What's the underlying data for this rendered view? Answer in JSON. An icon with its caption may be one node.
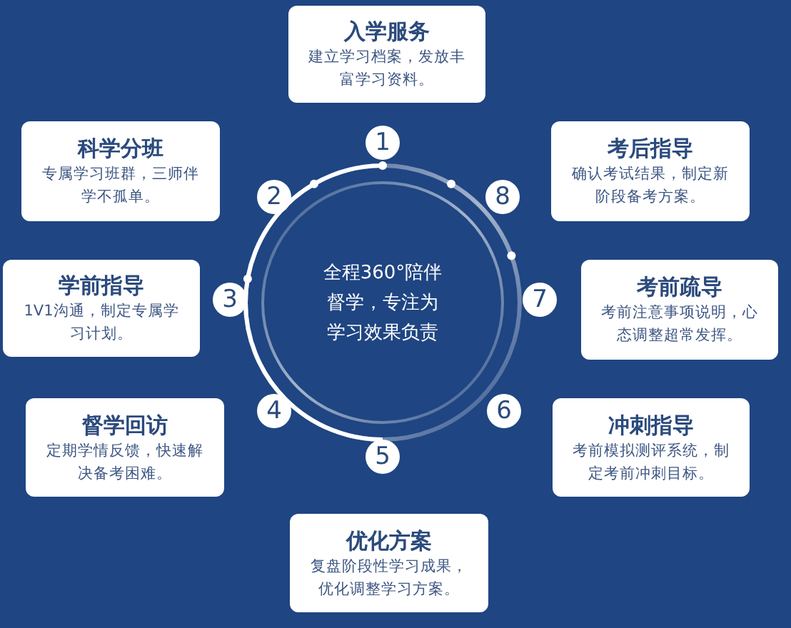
{
  "diagram": {
    "nodes": [
      {
        "text": [
          "入学服务",
          "建立学习档案，发放丰富学习资料。"
        ]
      },
      {
        "text": [
          "科学分班",
          "专属学习班群，三师伴学不孤单。"
        ]
      },
      {
        "text": [
          "学前指导",
          "1V1沟通，制定专属学习计划。"
        ]
      },
      {
        "text": [
          "督学回访",
          "定期学情反馈，快速解决备考困难。"
        ]
      },
      {
        "text": [
          "优化方案",
          "复盘阶段性学习成果，优化调整学习方案。"
        ]
      },
      {
        "text": [
          "冲刺指导",
          "考前模拟测评系统，制定考前冲刺目标。"
        ]
      },
      {
        "text": [
          "考前疏导",
          "考前注意事项说明，心态调整超常发挥。"
        ]
      },
      {
        "text": [
          "考后指导",
          "确认考试结果，制定新阶段备考方案。"
        ]
      },
      {
        "text": [
          "全程360°陪伴督学，专注为学习效果负责"
        ]
      }
    ],
    "labels": [
      "1",
      "2",
      "3",
      "4",
      "5",
      "6",
      "7",
      "8"
    ]
  }
}
